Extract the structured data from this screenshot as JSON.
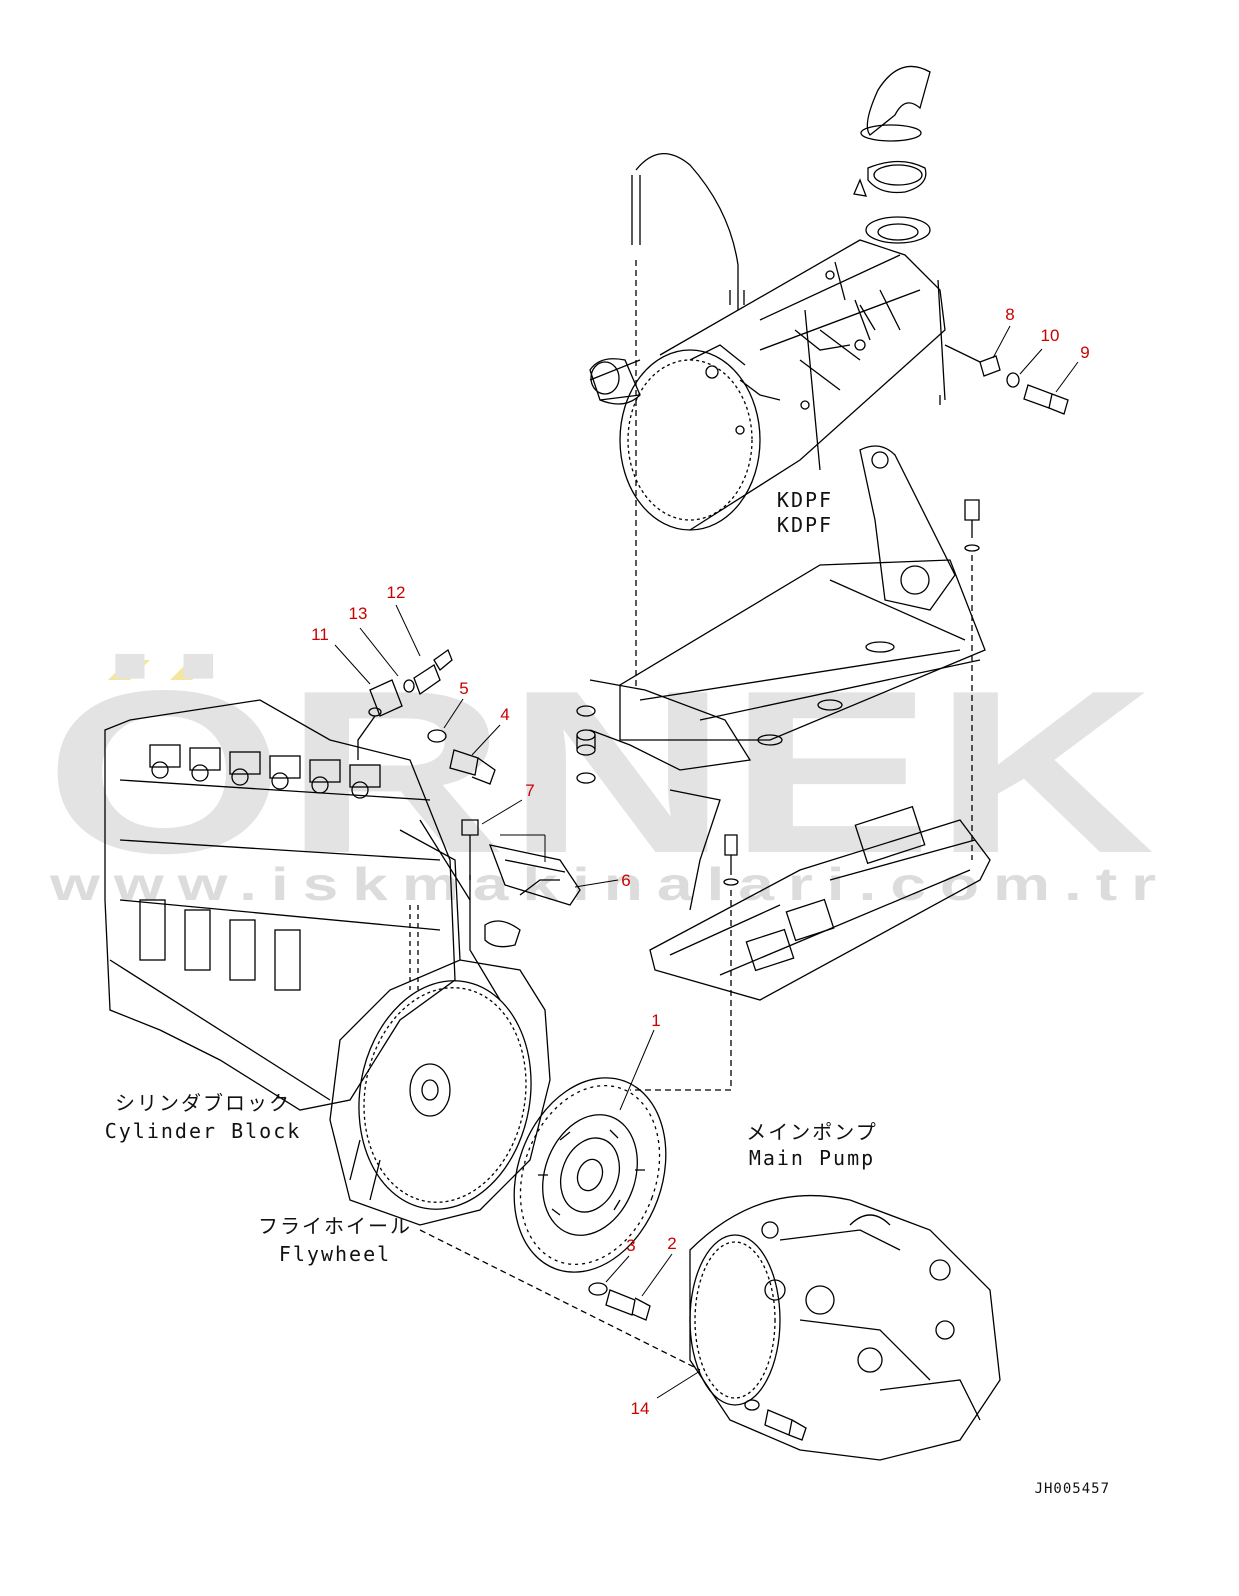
{
  "watermark": {
    "main_text": "ÖRNEK",
    "url_text": "www.iskmakinalari.com.tr",
    "color": "#e3e3e3",
    "accent_color": "#f3e6a0"
  },
  "component_labels": {
    "kdpf_ja": "KDPF",
    "kdpf_en": "KDPF",
    "cylinder_block_ja": "シリンダブロック",
    "cylinder_block_en": "Cylinder Block",
    "flywheel_ja": "フライホイール",
    "flywheel_en": "Flywheel",
    "main_pump_ja": "メインポンプ",
    "main_pump_en": "Main Pump"
  },
  "callouts": [
    "1",
    "2",
    "3",
    "4",
    "5",
    "6",
    "7",
    "8",
    "9",
    "10",
    "11",
    "12",
    "13",
    "14"
  ],
  "drawing_id": "JH005457",
  "colors": {
    "line": "#000000",
    "callout": "#cc0000"
  }
}
